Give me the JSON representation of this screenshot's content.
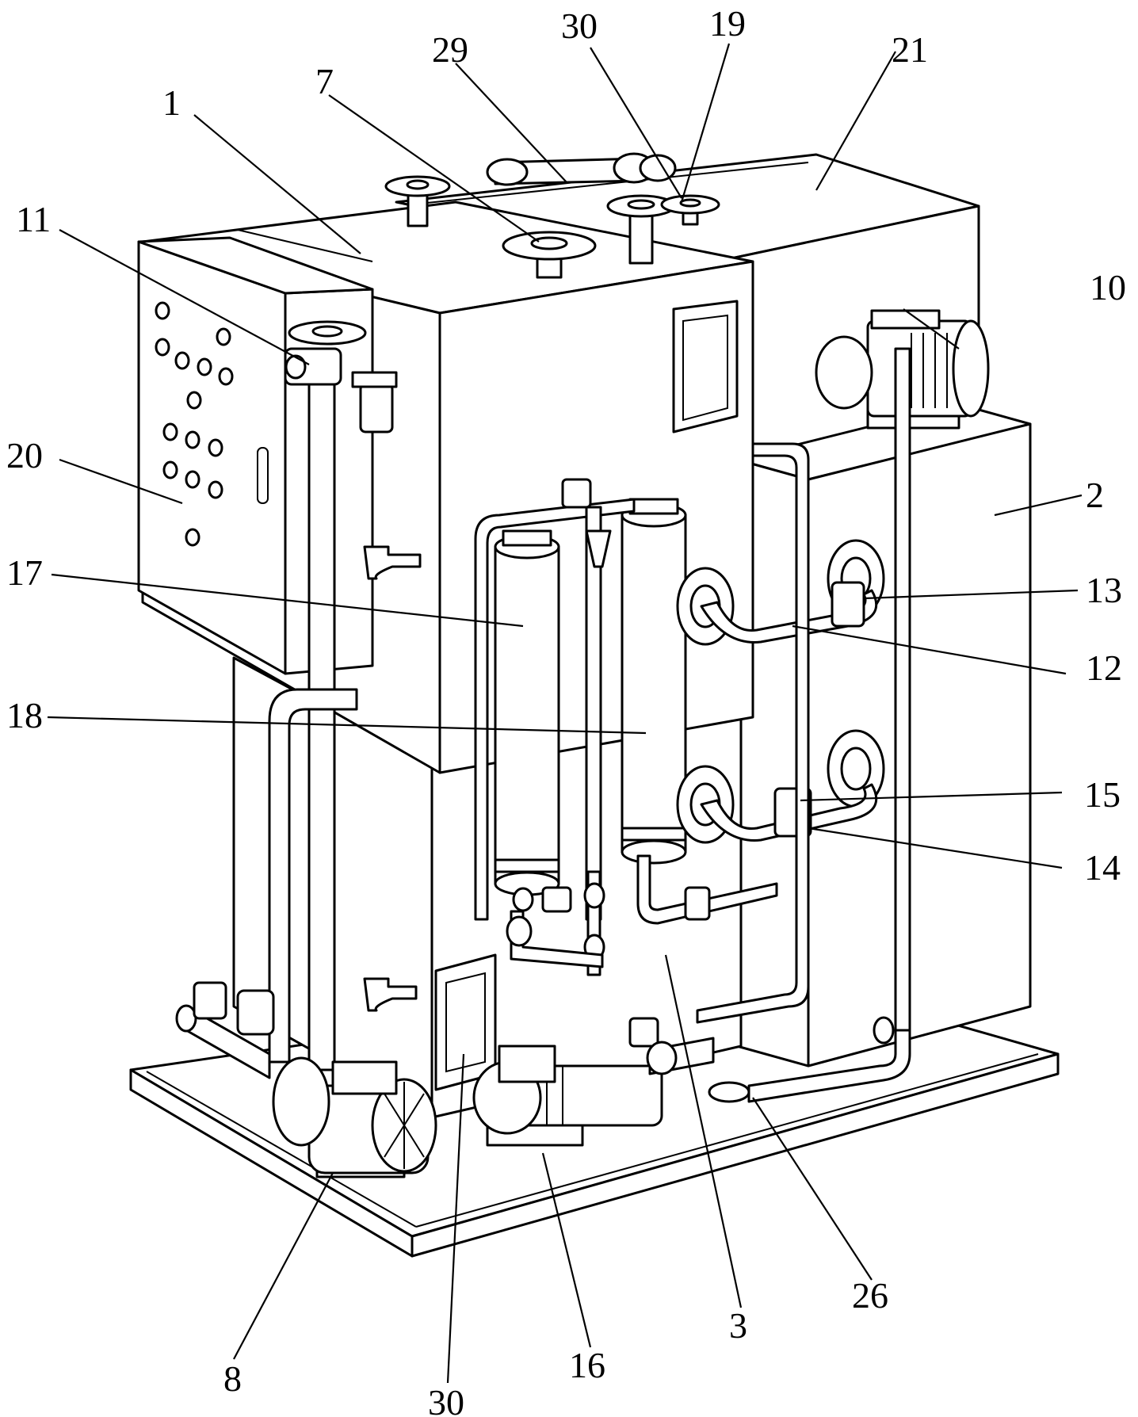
{
  "figure": {
    "labels": [
      {
        "id": "label-1",
        "text": "1"
      },
      {
        "id": "label-7",
        "text": "7"
      },
      {
        "id": "label-29",
        "text": "29"
      },
      {
        "id": "label-30-top",
        "text": "30"
      },
      {
        "id": "label-19",
        "text": "19"
      },
      {
        "id": "label-21",
        "text": "21"
      },
      {
        "id": "label-11",
        "text": "11"
      },
      {
        "id": "label-10",
        "text": "10"
      },
      {
        "id": "label-20",
        "text": "20"
      },
      {
        "id": "label-2",
        "text": "2"
      },
      {
        "id": "label-17",
        "text": "17"
      },
      {
        "id": "label-13",
        "text": "13"
      },
      {
        "id": "label-12",
        "text": "12"
      },
      {
        "id": "label-18",
        "text": "18"
      },
      {
        "id": "label-15",
        "text": "15"
      },
      {
        "id": "label-14",
        "text": "14"
      },
      {
        "id": "label-26",
        "text": "26"
      },
      {
        "id": "label-3",
        "text": "3"
      },
      {
        "id": "label-8",
        "text": "8"
      },
      {
        "id": "label-16",
        "text": "16"
      },
      {
        "id": "label-30-bottom",
        "text": "30"
      }
    ]
  }
}
